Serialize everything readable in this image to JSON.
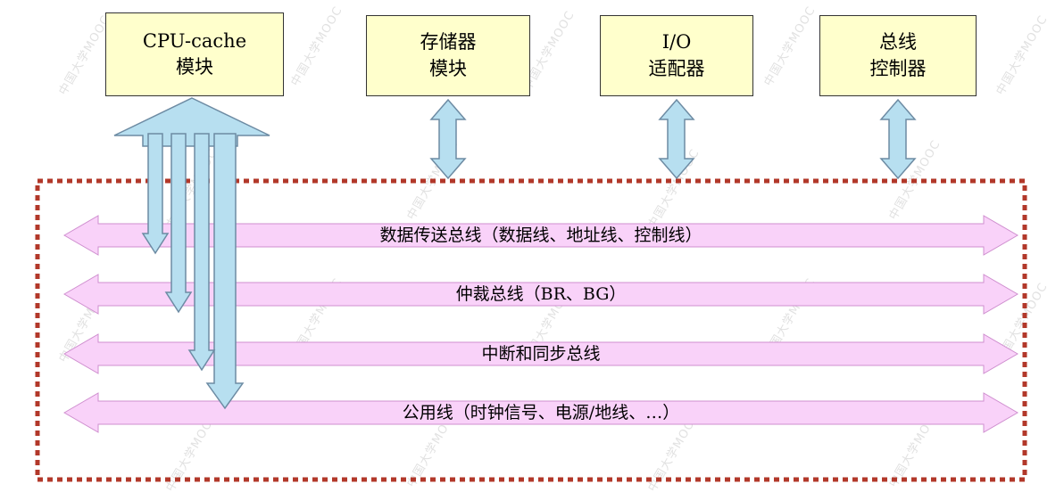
{
  "modules": [
    {
      "lines": [
        "CPU-cache",
        "模块"
      ]
    },
    {
      "lines": [
        "存储器",
        "模块"
      ]
    },
    {
      "lines": [
        "I/O",
        "适配器"
      ]
    },
    {
      "lines": [
        "总线",
        "控制器"
      ]
    }
  ],
  "buses": [
    {
      "label": "数据传送总线（数据线、地址线、控制线）"
    },
    {
      "label": "仲裁总线（BR、BG）"
    },
    {
      "label": "中断和同步总线"
    },
    {
      "label": "公用线（时钟信号、电源/地线、…）"
    }
  ],
  "watermark": {
    "text": "中国大学MOOC"
  },
  "colors": {
    "module_fill": "#FFFFCC",
    "module_border": "#333333",
    "bus_fill": "#F9D2F9",
    "bus_border": "#CF8FCF",
    "blue_arrow_fill": "#B7DFF0",
    "blue_arrow_border": "#6D8BA3",
    "frame_border": "#B2382A"
  }
}
